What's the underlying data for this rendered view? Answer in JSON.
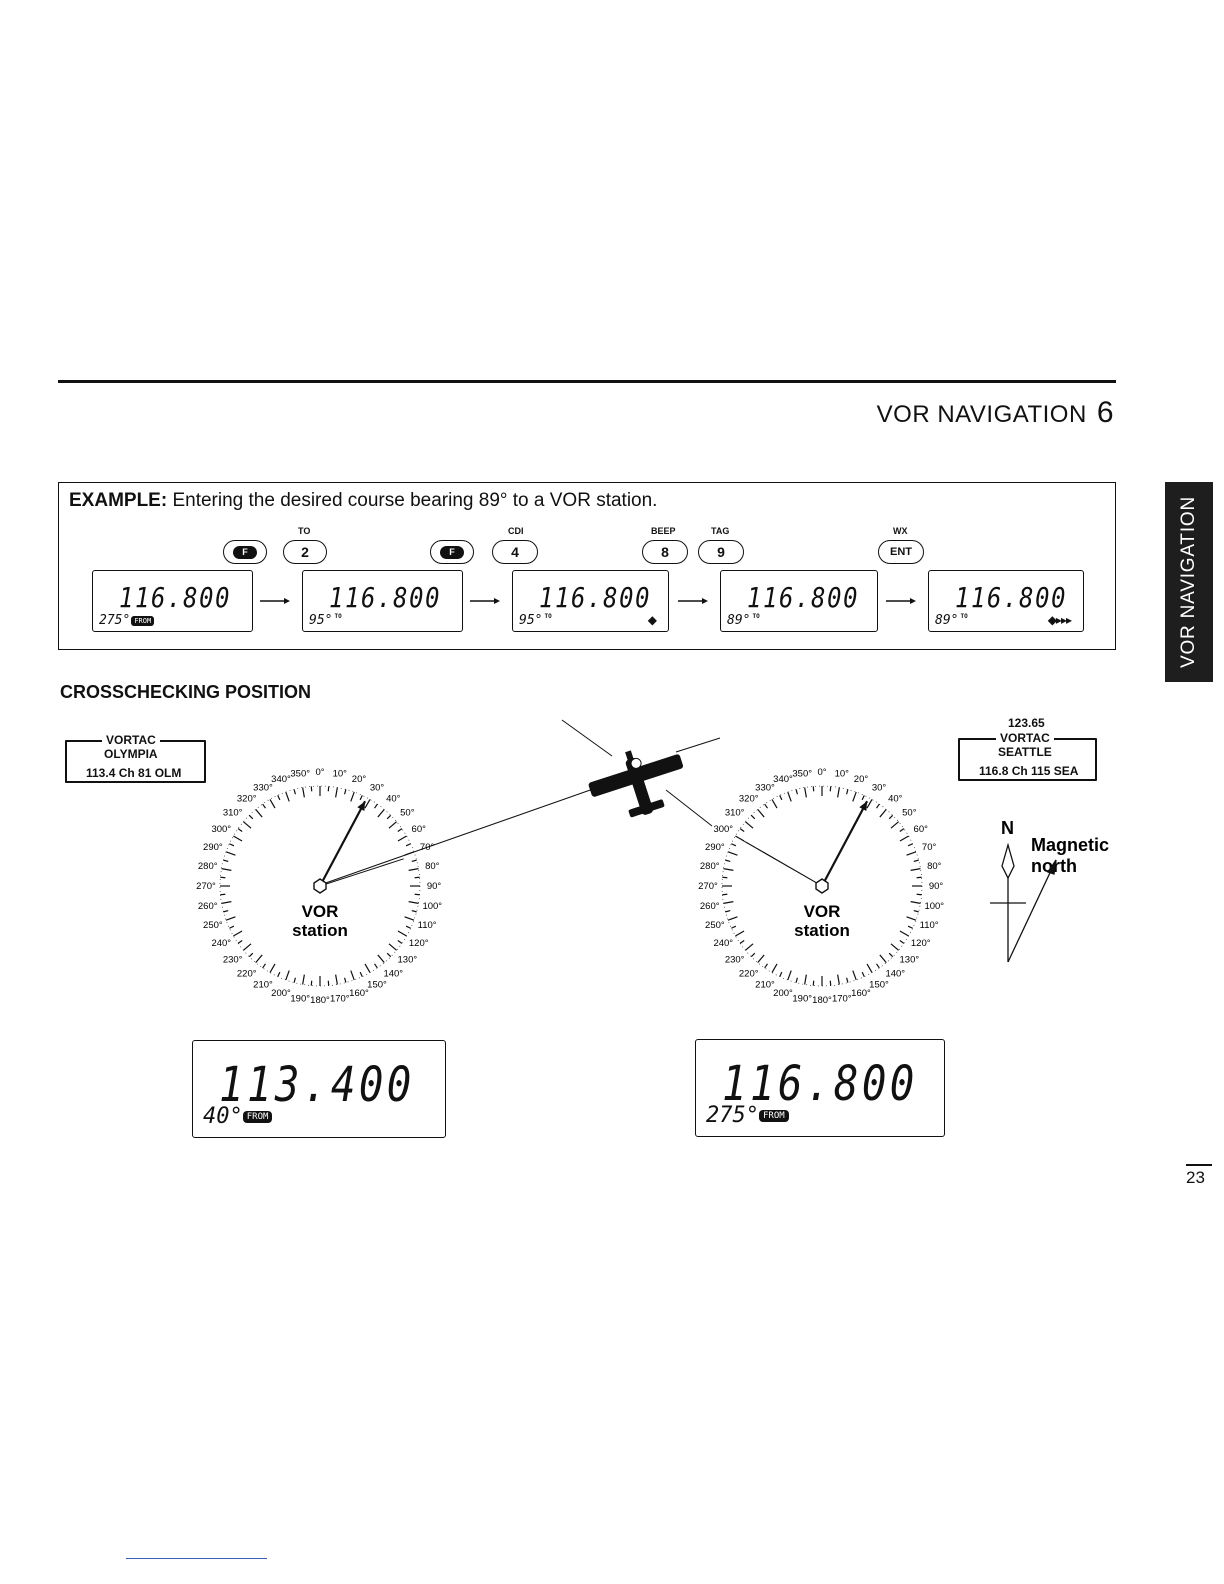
{
  "header": {
    "title": "VOR NAVIGATION",
    "chapter": "6"
  },
  "side_tab": {
    "label": "VOR NAVIGATION"
  },
  "example": {
    "label": "EXAMPLE:",
    "text": "Entering the desired course bearing 89° to a VOR station.",
    "keys": [
      {
        "sup": "",
        "label": "F",
        "type": "function"
      },
      {
        "sup": "TO",
        "label": "2",
        "type": "numeric"
      },
      {
        "sup": "",
        "label": "F",
        "type": "function"
      },
      {
        "sup": "CDI",
        "label": "4",
        "type": "numeric"
      },
      {
        "sup": "BEEP",
        "label": "8",
        "type": "numeric"
      },
      {
        "sup": "TAG",
        "label": "9",
        "type": "numeric"
      },
      {
        "sup": "WX",
        "label": "ENT",
        "type": "enter"
      }
    ],
    "displays": [
      {
        "freq": "116.800",
        "course": "275°",
        "tag": "FROM",
        "indicator": ""
      },
      {
        "freq": "116.800",
        "course": "95°",
        "tag": "TO",
        "indicator": ""
      },
      {
        "freq": "116.800",
        "course": "95°",
        "tag": "TO",
        "indicator": "◆"
      },
      {
        "freq": "116.800",
        "course": "89°",
        "tag": "TO",
        "indicator": ""
      },
      {
        "freq": "116.800",
        "course": "89°",
        "tag": "TO",
        "indicator": "◆▸▸▸"
      }
    ]
  },
  "crosscheck": {
    "title": "CROSSCHECKING POSITION",
    "left_station": {
      "type": "VORTAC",
      "name": "OLYMPIA",
      "info": "113.4 Ch 81 OLM"
    },
    "right_station": {
      "freq": "123.65",
      "type": "VORTAC",
      "name": "SEATTLE",
      "info": "116.8 Ch 115 SEA"
    },
    "rose_label_1": "VOR",
    "rose_label_2": "station",
    "compass_labels": [
      "0°",
      "10°",
      "20°",
      "30°",
      "40°",
      "50°",
      "60°",
      "70°",
      "80°",
      "90°",
      "100°",
      "110°",
      "120°",
      "130°",
      "140°",
      "150°",
      "160°",
      "170°",
      "180°",
      "190°",
      "200°",
      "210°",
      "220°",
      "230°",
      "240°",
      "250°",
      "260°",
      "270°",
      "280°",
      "290°",
      "300°",
      "310°",
      "320°",
      "330°",
      "340°",
      "350°"
    ],
    "magnetic": {
      "n": "N",
      "line1": "Magnetic",
      "line2": "north"
    },
    "left_display": {
      "freq": "113.400",
      "course": "40°",
      "tag": "FROM"
    },
    "right_display": {
      "freq": "116.800",
      "course": "275°",
      "tag": "FROM"
    }
  },
  "page_number": "23"
}
